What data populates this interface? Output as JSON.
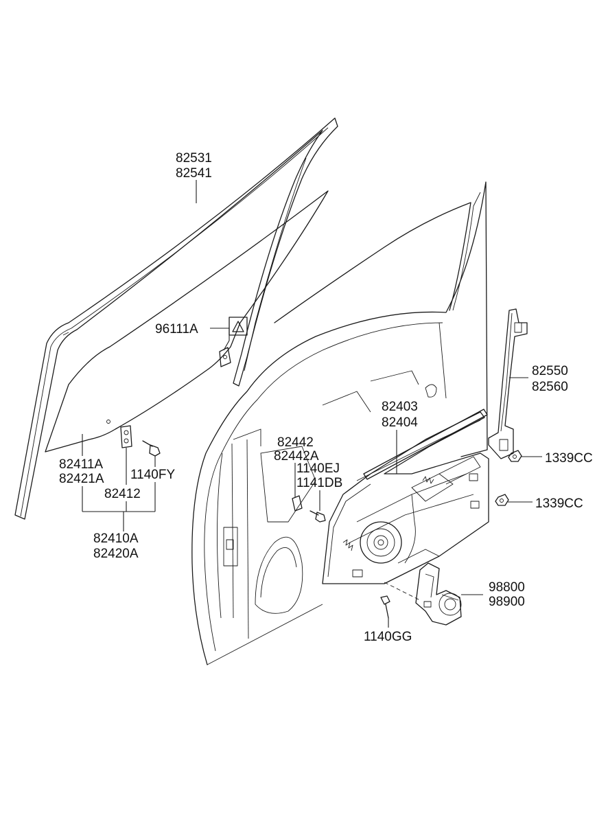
{
  "labels": {
    "p82531": "82531",
    "p82541": "82541",
    "p96111A": "96111A",
    "p82550": "82550",
    "p82560": "82560",
    "p82403": "82403",
    "p82404": "82404",
    "p82442": "82442",
    "p82442A": "82442A",
    "p1140EJ": "1140EJ",
    "p1141DB": "1141DB",
    "p1339CC_upper": "1339CC",
    "p1339CC_lower": "1339CC",
    "p82411A": "82411A",
    "p82421A": "82421A",
    "p1140FY": "1140FY",
    "p82412": "82412",
    "p82410A": "82410A",
    "p82420A": "82420A",
    "p98800": "98800",
    "p98900": "98900",
    "p1140GG": "1140GG"
  }
}
